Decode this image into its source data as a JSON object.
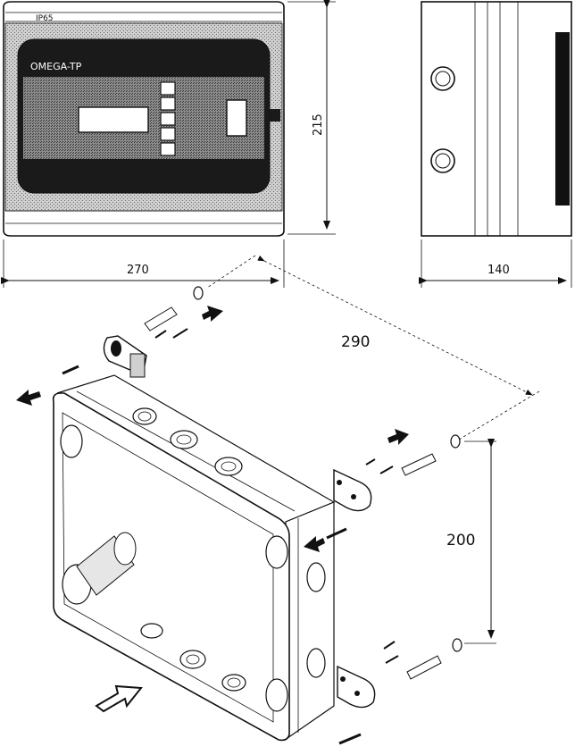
{
  "front_view": {
    "rating_label": "IP65",
    "brand_label": "OMEGA-TP"
  },
  "dimensions": {
    "width": "270",
    "height": "215",
    "depth": "140",
    "mount_horizontal": "290",
    "mount_vertical": "200"
  },
  "colors": {
    "line": "#111111",
    "panel_dark": "#1a1a1a",
    "panel_mid": "#9a9a9a",
    "panel_light": "#d9d9d9"
  }
}
